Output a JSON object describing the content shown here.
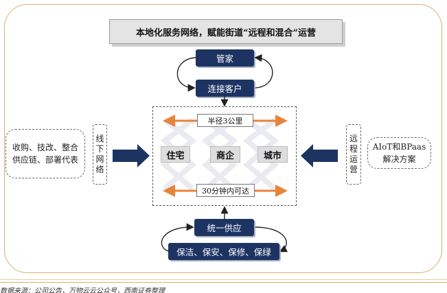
{
  "title": "本地化服务网络，赋能街道“远程和混合”运营",
  "top_nodes": {
    "steward": "管家",
    "connect_customers": "连接客户"
  },
  "center": {
    "radius_label": "半径3公里",
    "time_label": "30分钟内可达",
    "nodes": [
      "住宅",
      "商企",
      "城市"
    ]
  },
  "left": {
    "description": "收购、技改、整合供应链、部署代表",
    "channel_chars": [
      "线",
      "下",
      "网",
      "络"
    ]
  },
  "right": {
    "description_line1": "AIoT和BPaas",
    "description_line2": "解决方案",
    "channel_chars": [
      "远",
      "程",
      "运",
      "营"
    ]
  },
  "bottom_nodes": {
    "unified_supply": "统一供应",
    "services": "保洁、保安、保修、保绿"
  },
  "source_note": "数据来源：公司公告，万物云云公众号，西南证券整理",
  "colors": {
    "navy": "#1d3463",
    "orange": "#e8833a",
    "gold": "#d7b06a",
    "node_gray": "#dddddd"
  }
}
